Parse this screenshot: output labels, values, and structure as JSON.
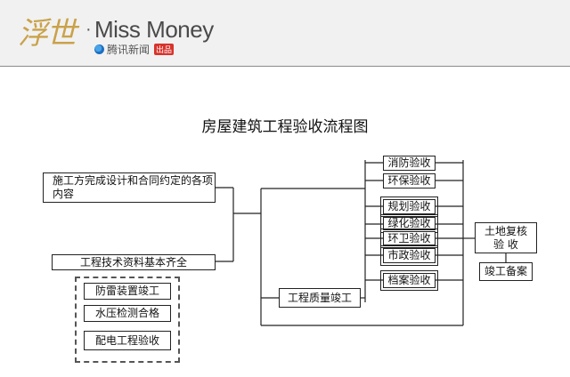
{
  "header": {
    "logo_cn": "浮世",
    "logo_dot": "·",
    "logo_en": "Miss Money",
    "logo_sub": "腾讯新闻",
    "logo_badge": "出品"
  },
  "diagram": {
    "title": "房屋建筑工程验收流程图",
    "nodes": {
      "completion": "施工方完成设计和合同约定的各项内容",
      "tech_docs": "工程技术资料基本齐全",
      "lightning": "防雷装置竣工",
      "water_pressure": "水压检测合格",
      "power": "配电工程验收",
      "quality": "工程质量竣工",
      "fire": "消防验收",
      "environment": "环保验收",
      "planning": "规划验收",
      "greening": "绿化验收",
      "sanitation": "环卫验收",
      "municipal": "市政验收",
      "archives": "档案验收",
      "land": "土地复核验 收",
      "filing": "竣工备案"
    }
  }
}
